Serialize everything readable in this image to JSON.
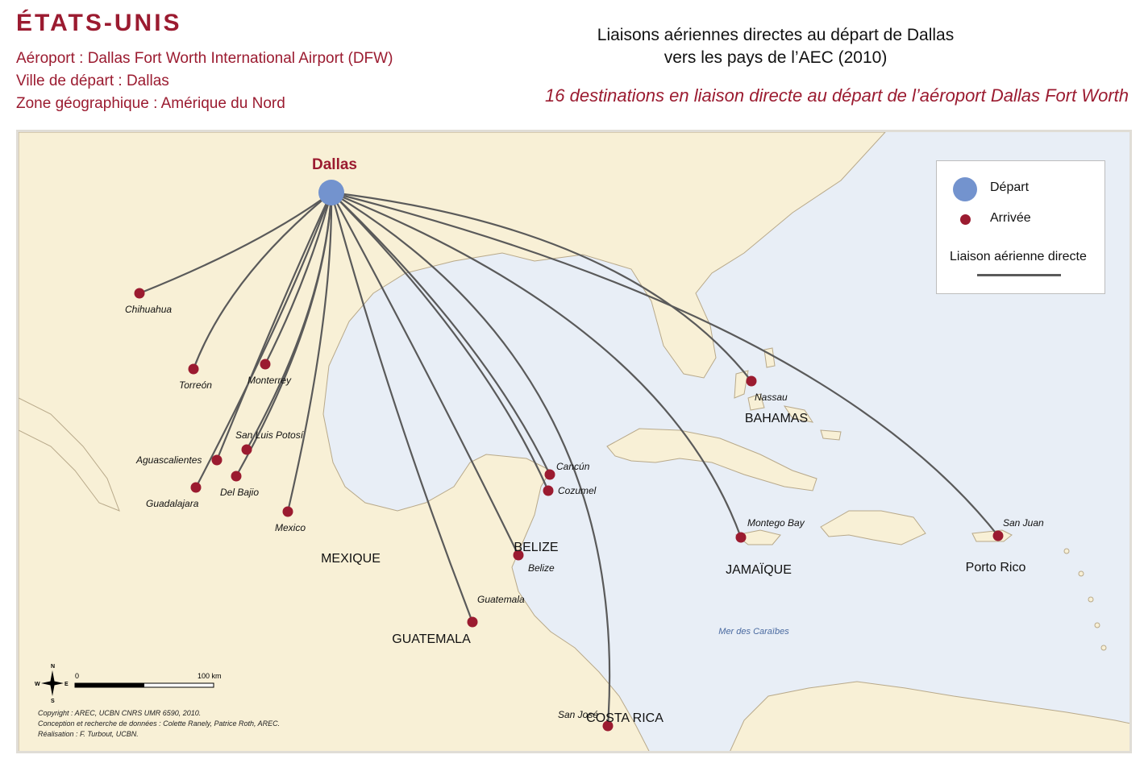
{
  "header": {
    "country": "ÉTATS-UNIS",
    "airport": "Aéroport : Dallas Fort Worth International Airport (DFW)",
    "departure_city": "Ville de départ : Dallas",
    "zone": "Zone géographique : Amérique du Nord",
    "title_line1": "Liaisons aériennes directes au départ de Dallas",
    "title_line2": "vers les pays de l’AEC (2010)",
    "subtitle": "16 destinations en liaison directe au départ de l’aéroport Dallas Fort Worth"
  },
  "map": {
    "origin": {
      "name": "Dallas"
    },
    "destinations": [
      "Chihuahua",
      "Torreón",
      "Monterrey",
      "San Luis Potosí",
      "Aguascalientes",
      "Del Bajio",
      "Guadalajara",
      "Mexico",
      "Cancún",
      "Cozumel",
      "Belize",
      "Guatemala",
      "San José",
      "Nassau",
      "Montego Bay",
      "San Juan"
    ],
    "country_labels": [
      "MEXIQUE",
      "BELIZE",
      "GUATEMALA",
      "COSTA RICA",
      "BAHAMAS",
      "JAMAÏQUE",
      "Porto Rico"
    ],
    "sea_label": "Mer des Caraïbes",
    "scale": {
      "start": "0",
      "end": "100 km"
    },
    "compass": {
      "n": "N",
      "s": "S",
      "e": "E",
      "w": "W"
    }
  },
  "legend": {
    "departure": "Départ",
    "arrival": "Arrivée",
    "route": "Liaison aérienne directe"
  },
  "credits": {
    "line1": "Copyright : AREC, UCBN CNRS UMR 6590, 2010.",
    "line2": "Conception et recherche de données : Colette Ranely, Patrice Roth, AREC.",
    "line3": "Réalisation : F. Turbout, UCBN."
  },
  "colors": {
    "land": "#f8f0d6",
    "sea": "#e8eef6",
    "route": "#5a5a5a",
    "arrival_dot": "#9b1b30",
    "departure_dot": "#7393ce",
    "accent": "#9b1b30"
  }
}
